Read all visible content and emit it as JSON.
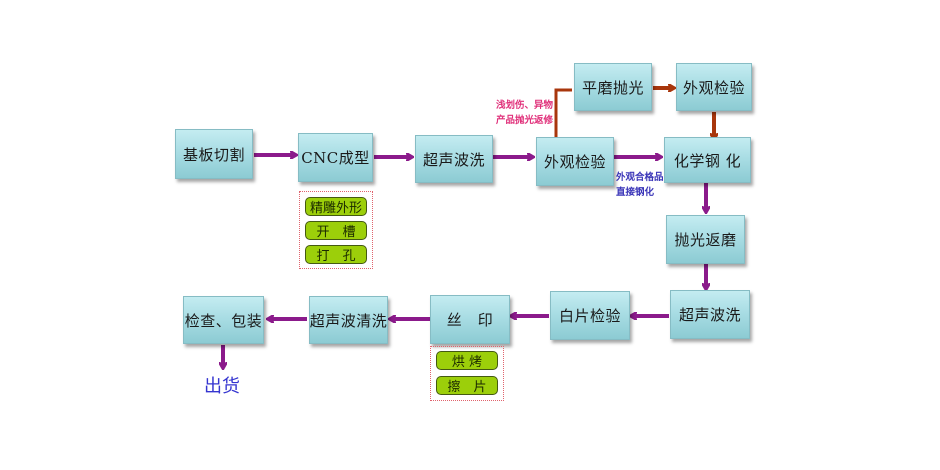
{
  "diagram": {
    "steps": {
      "substrate_cutting": "基板切割",
      "cnc_forming": "CNC成型",
      "ultrasonic_wash_1": "超声波洗",
      "visual_inspection_1": "外观检验",
      "flat_polishing": "平磨抛光",
      "visual_inspection_2": "外观检验",
      "chemical_tempering": "化学钢 化",
      "polish_rework": "抛光返磨",
      "ultrasonic_wash_2": "超声波洗",
      "blank_inspection": "白片检验",
      "silk_printing": "丝　印",
      "ultrasonic_cleaning": "超声波清洗",
      "inspect_pack": "检查、包装"
    },
    "cnc_substeps": [
      "精雕外形",
      "开　槽",
      "打　孔"
    ],
    "print_substeps": [
      "烘 烤",
      "擦　片"
    ],
    "notes": {
      "rework_line1": "浅划伤、异物",
      "rework_line2": "产品抛光返修",
      "pass_line1": "外观合格品",
      "pass_line2": "直接钢化"
    },
    "shipment": "出货",
    "colors": {
      "main_arrow": "#8b1a8b",
      "rework_arrow": "#a8360c",
      "box_fill": "#a9dde4",
      "substep_fill": "#9ccf0a"
    }
  }
}
